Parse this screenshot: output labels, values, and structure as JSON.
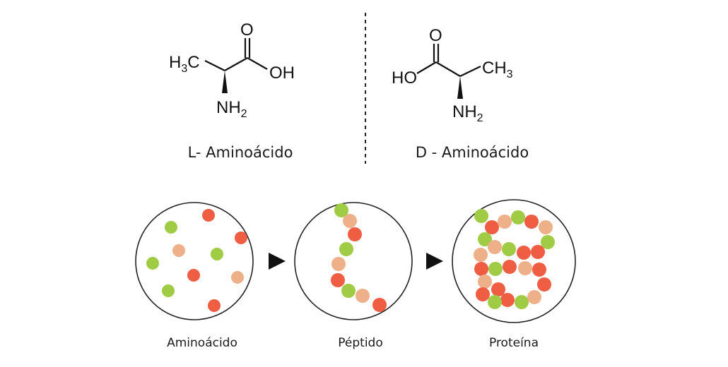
{
  "molecules": {
    "l": {
      "methyl": "H3C",
      "carbonyl_o": "O",
      "hydroxyl": "OH",
      "amine": "NH2",
      "caption": "L- Aminoácido"
    },
    "d": {
      "methyl": "CH3",
      "carbonyl_o": "O",
      "hydroxyl": "HO",
      "amine": "NH2",
      "caption": "D - Aminoácido"
    }
  },
  "stages": [
    {
      "caption": "Aminoácido"
    },
    {
      "caption": "Péptido"
    },
    {
      "caption": "Proteína"
    }
  ],
  "colors": {
    "green": "#9fcb45",
    "red": "#ef5d42",
    "tan": "#edb089",
    "outline": "#222222"
  }
}
